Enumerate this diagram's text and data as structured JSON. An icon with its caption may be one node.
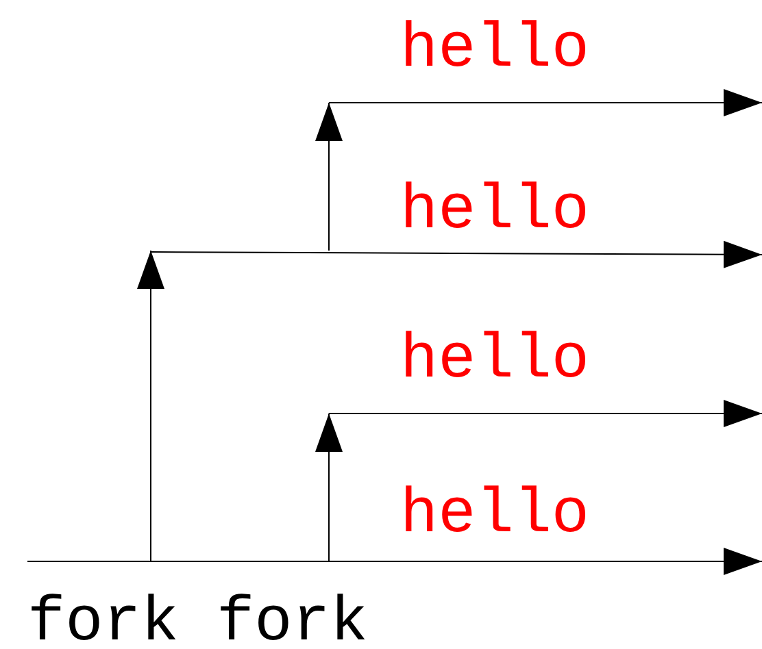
{
  "diagram": {
    "labels": [
      "hello",
      "hello",
      "hello",
      "hello",
      "fork fork"
    ]
  }
}
